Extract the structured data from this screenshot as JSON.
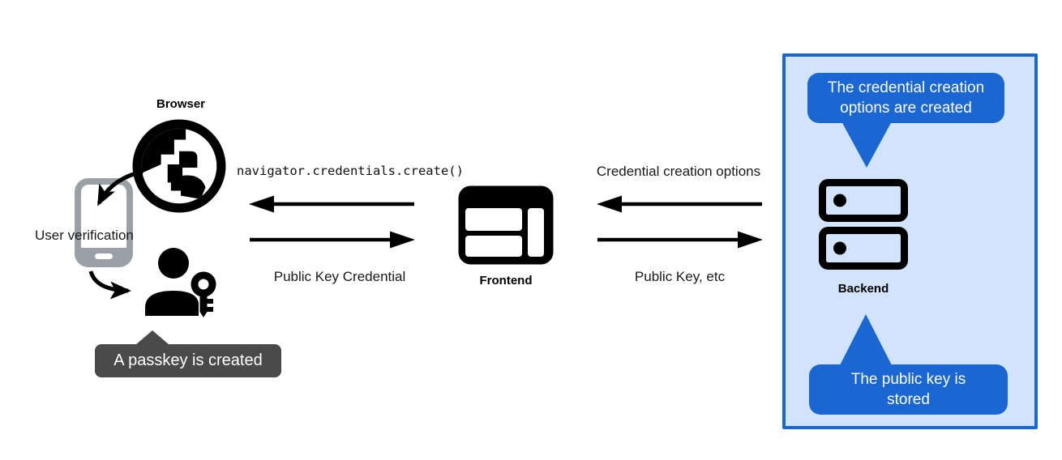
{
  "colors": {
    "canvas_bg": "#ffffff",
    "icon_black": "#000000",
    "phone_gray": "#9aa0a6",
    "panel_border": "#1967d2",
    "panel_bg": "#d2e3fc",
    "bubble_bg": "#1a66d2",
    "bubble_text": "#ffffff",
    "dark_tooltip_bg": "#4a4a4a",
    "dark_tooltip_text": "#ffffff"
  },
  "nodes": {
    "browser": {
      "label": "Browser"
    },
    "frontend": {
      "label": "Frontend"
    },
    "backend": {
      "label": "Backend"
    },
    "user_verification": {
      "label": "User verification"
    }
  },
  "flows": {
    "navigator_call": "navigator.credentials.create()",
    "public_key_credential": "Public Key Credential",
    "credential_creation_options": "Credential creation options",
    "public_key_etc": "Public Key, etc"
  },
  "callouts": {
    "passkey_created": "A passkey is created",
    "options_created": "The credential creation options are created",
    "key_stored": "The public key is stored"
  }
}
